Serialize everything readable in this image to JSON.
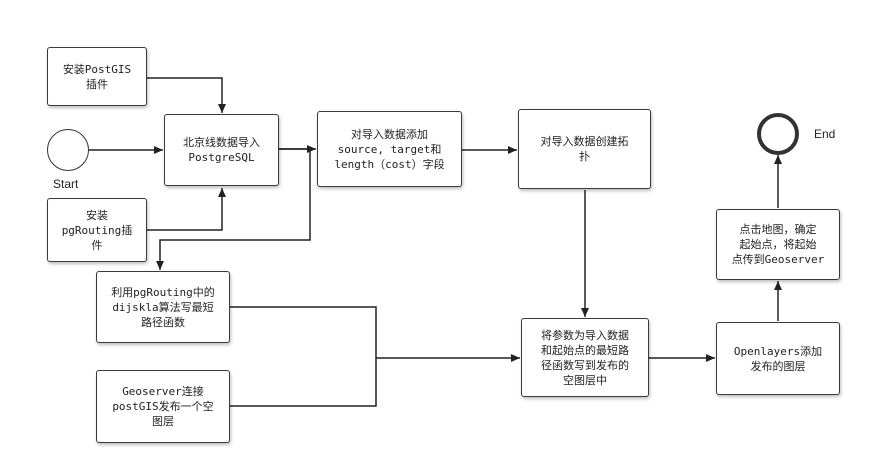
{
  "diagram": {
    "start_label": "Start",
    "end_label": "End",
    "nodes": {
      "install_postgis": "安装PostGIS\n插件",
      "import_beijing": "北京线数据导入\nPostgreSQL",
      "install_pgrouting": "安装\npgRouting插\n件",
      "add_fields": "对导入数据添加\nsource, target和\nlength（cost）字段",
      "create_topology": "对导入数据创建拓\n扑",
      "dijkstra_function": "利用pgRouting中的\ndijskla算法写最短\n路径函数",
      "geoserver_publish": "Geoserver连接\npostGIS发布一个空\n图层",
      "write_to_layer": "将参数为导入数据\n和起始点的最短路\n径函数写到发布的\n空图层中",
      "openlayers_add": "Openlayers添加\n发布的图层",
      "click_map": "点击地图，确定\n起始点，将起始\n点传到Geoserver"
    },
    "colors": {
      "stroke": "#3a3a3a",
      "background": "#ffffff"
    }
  }
}
